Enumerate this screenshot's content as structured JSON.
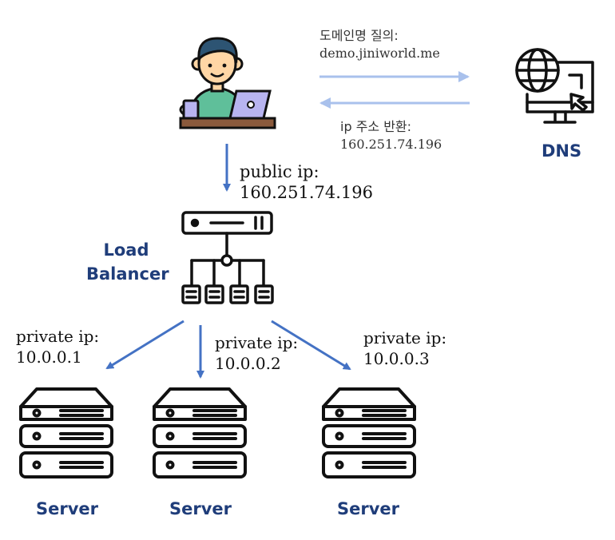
{
  "colors": {
    "arrow_dark": "#4472c4",
    "arrow_light": "#a9c1ec",
    "label_blue": "#1f3d7a",
    "icon_ink": "#111111",
    "shirt": "#5fbf9a",
    "hair": "#2d5473",
    "skin": "#ffd6a5",
    "laptop": "#b8b4f0",
    "desk": "#8b5a3c"
  },
  "icons": {
    "user": "person-at-laptop-icon",
    "dns": "dns-globe-monitor-icon",
    "load_balancer": "load-balancer-icon",
    "server": "server-rack-icon"
  },
  "dns_query": {
    "line1": "도메인명 질의:",
    "line2": "demo.jiniworld.me"
  },
  "dns_reply": {
    "line1": "ip 주소 반환:",
    "line2": "160.251.74.196"
  },
  "dns_label": "DNS",
  "public_ip": {
    "line1": "public ip:",
    "line2": "160.251.74.196"
  },
  "load_balancer": {
    "line1": "Load",
    "line2": "Balancer"
  },
  "servers": [
    {
      "label": "Server",
      "ip_line1": "private ip:",
      "ip_line2": "10.0.0.1"
    },
    {
      "label": "Server",
      "ip_line1": "private ip:",
      "ip_line2": "10.0.0.2"
    },
    {
      "label": "Server",
      "ip_line1": "private ip:",
      "ip_line2": "10.0.0.3"
    }
  ]
}
